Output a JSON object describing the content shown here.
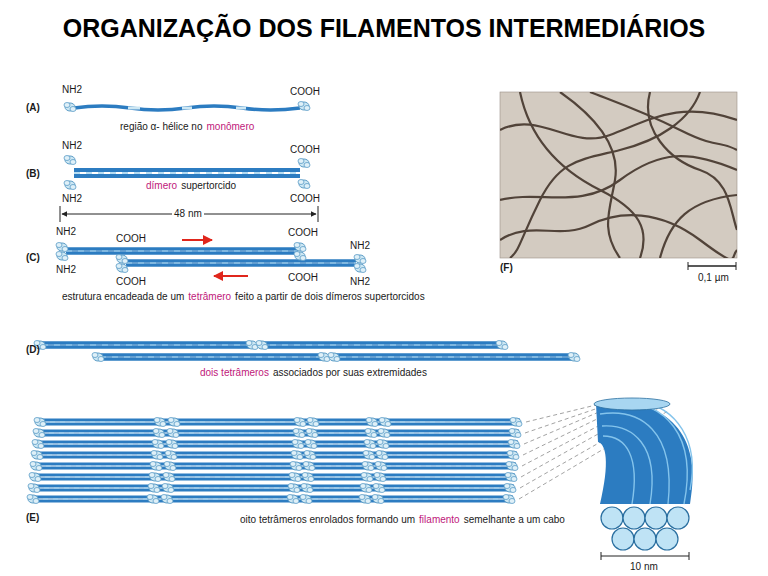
{
  "diagram": {
    "title": "ORGANIZAÇÃO DOS FILAMENTOS INTERMEDIÁRIOS",
    "labels": [
      "(A)",
      "NH2",
      "COOH",
      "região α- hélice no",
      "monômero",
      "(B)",
      "NH2",
      "COOH",
      "dímero",
      "supertorcido",
      "NH2",
      "COOH",
      "48 nm",
      "(C)",
      "NH2",
      "COOH",
      "COOH",
      "NH2",
      "NH2",
      "COOH",
      "COOH",
      "NH2",
      "estrutura encadeada de um",
      "tetrâmero",
      "feito a partir de dois dímeros supertorcidos",
      "(D)",
      "dois tetrâmeros",
      "associados por suas extremidades",
      "(F)",
      "0,1 µm",
      "(E)",
      "oito tetrâmeros enrolados formando um",
      "filamento",
      "semelhante a um cabo",
      "10 nm"
    ]
  }
}
